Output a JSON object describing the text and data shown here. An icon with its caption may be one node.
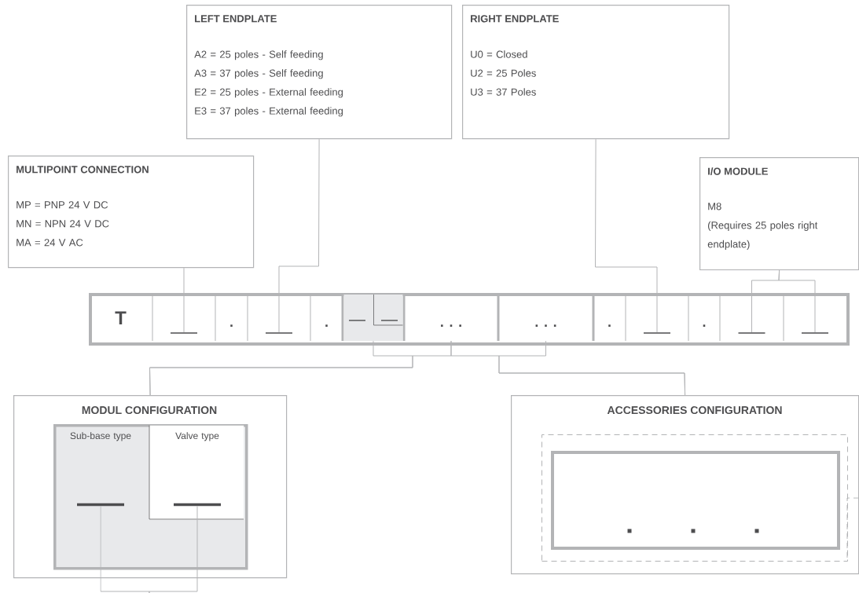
{
  "diagram": {
    "nodes": [
      {
        "text": [
          "LEFT ENDPLATE",
          "A2 = 25 poles - Self feeding",
          "A3 = 37 poles - Self feeding",
          "E2 = 25 poles - External feeding",
          "E3 = 37 poles - External feeding"
        ]
      },
      {
        "text": [
          "RIGHT ENDPLATE",
          "U0 = Closed",
          "U2 = 25 Poles",
          "U3 = 37 Poles"
        ]
      },
      {
        "text": [
          "MULTIPOINT CONNECTION",
          "MP = PNP 24 V DC",
          "MN = NPN 24 V DC",
          "MA = 24 V AC"
        ]
      },
      {
        "text": [
          "I/O MODULE",
          "M8",
          "(Requires 25 poles right endplate)"
        ]
      },
      {
        "text": [],
        "shape": "box"
      },
      {
        "text": [
          "T"
        ],
        "in": 4
      },
      {
        "text": [],
        "shape": "bar",
        "in": 4
      },
      {
        "text": [
          "."
        ],
        "in": 4
      },
      {
        "text": [],
        "shape": "bar",
        "in": 4
      },
      {
        "text": [
          "."
        ],
        "in": 4
      },
      {
        "text": [],
        "shape": "box",
        "in": 4
      },
      {
        "text": [
          ". . ."
        ],
        "in": 4
      },
      {
        "text": [
          ". . ."
        ],
        "in": 4
      },
      {
        "text": [
          "."
        ],
        "in": 4
      },
      {
        "text": [],
        "shape": "bar",
        "in": 4
      },
      {
        "text": [
          "."
        ],
        "in": 4
      },
      {
        "text": [],
        "shape": "bar",
        "in": 4
      },
      {
        "text": [],
        "shape": "bar",
        "in": 4
      },
      {
        "text": [
          "MODUL CONFIGURATION"
        ]
      },
      {
        "text": [
          "Sub-base type"
        ],
        "in": 18
      },
      {
        "text": [
          "Valve type"
        ],
        "in": 19
      },
      {
        "text": [],
        "shape": "bar",
        "in": 19
      },
      {
        "text": [],
        "shape": "bar",
        "in": 20
      },
      {
        "text": [
          "ACCESSORIES CONFIGURATION"
        ]
      },
      {
        "text": [],
        "shape": "box",
        "in": 23
      },
      {
        "text": [],
        "shape": "box",
        "in": 24
      }
    ],
    "edges": [
      {
        "from": 2,
        "to": 6,
        "arrow": "none"
      },
      {
        "from": 0,
        "to": 8,
        "arrow": "none"
      },
      {
        "from": 1,
        "to": 14,
        "arrow": "none"
      },
      {
        "from": 3,
        "to": 16,
        "arrow": "none"
      },
      {
        "from": 3,
        "to": 17,
        "arrow": "none"
      },
      {
        "from": 10,
        "to": 18,
        "arrow": "none"
      },
      {
        "from": 11,
        "to": 18,
        "arrow": "none"
      },
      {
        "from": 11,
        "to": 23,
        "arrow": "none"
      },
      {
        "from": 12,
        "to": 23,
        "arrow": "none"
      },
      {
        "from": 21,
        "to": null,
        "arrow": "none"
      },
      {
        "from": 22,
        "to": null,
        "arrow": "none"
      }
    ]
  }
}
